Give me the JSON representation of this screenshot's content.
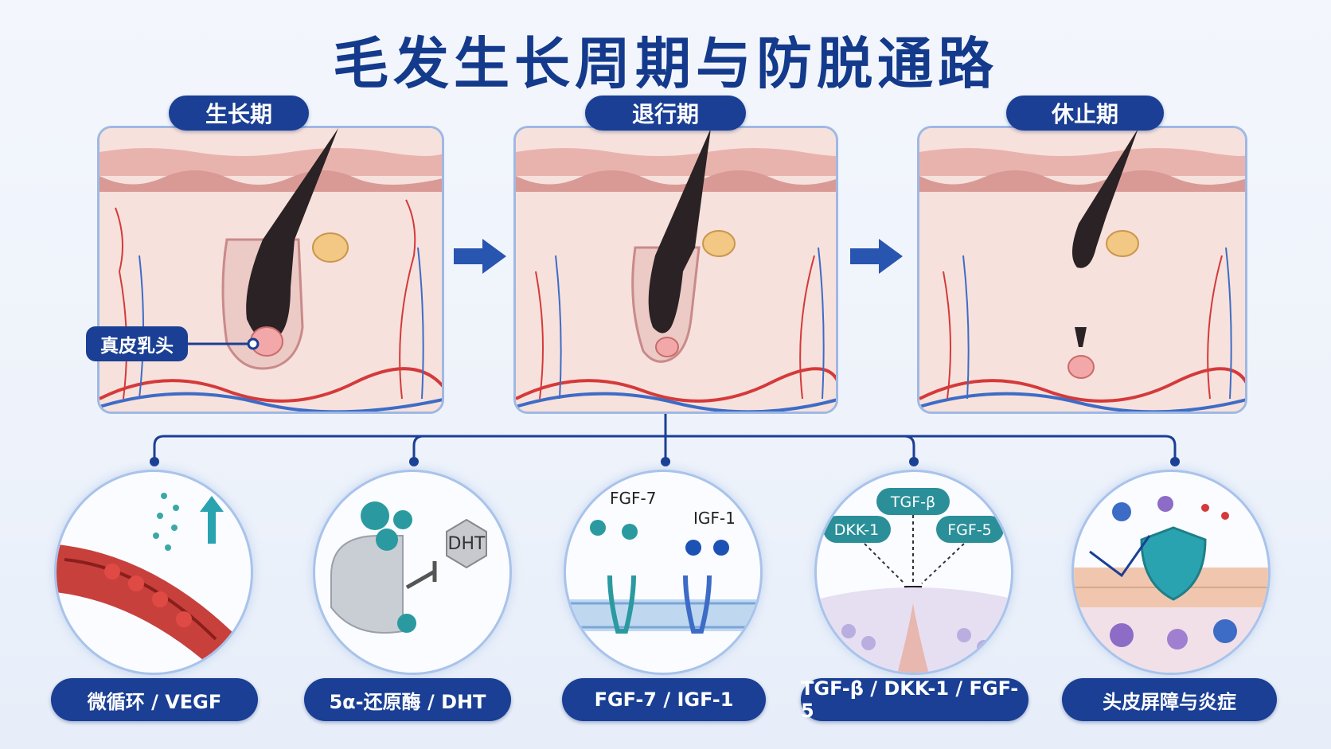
{
  "title": "毛发生长周期与防脱通路",
  "stages": [
    {
      "label": "生长期"
    },
    {
      "label": "退行期"
    },
    {
      "label": "休止期"
    }
  ],
  "dermal_papilla_label": "真皮乳头",
  "pathways": [
    {
      "label": "微循环 / VEGF"
    },
    {
      "label": "5α-还原酶 / DHT",
      "molecule": "DHT"
    },
    {
      "label": "FGF-7 / IGF-1",
      "ligand_a": "FGF-7",
      "ligand_b": "IGF-1"
    },
    {
      "label": "TGF-β / DKK-1 / FGF-5",
      "top": "TGF-β",
      "left": "DKK-1",
      "right": "FGF-5"
    },
    {
      "label": "头皮屏障与炎症"
    }
  ],
  "colors": {
    "brand": "#1a3f94",
    "title": "#143a8c",
    "border": "#9fb8e4",
    "skin": "#f5d9d3",
    "artery": "#d43a3a",
    "vein": "#3d6cc6",
    "teal": "#2a9aa0"
  }
}
